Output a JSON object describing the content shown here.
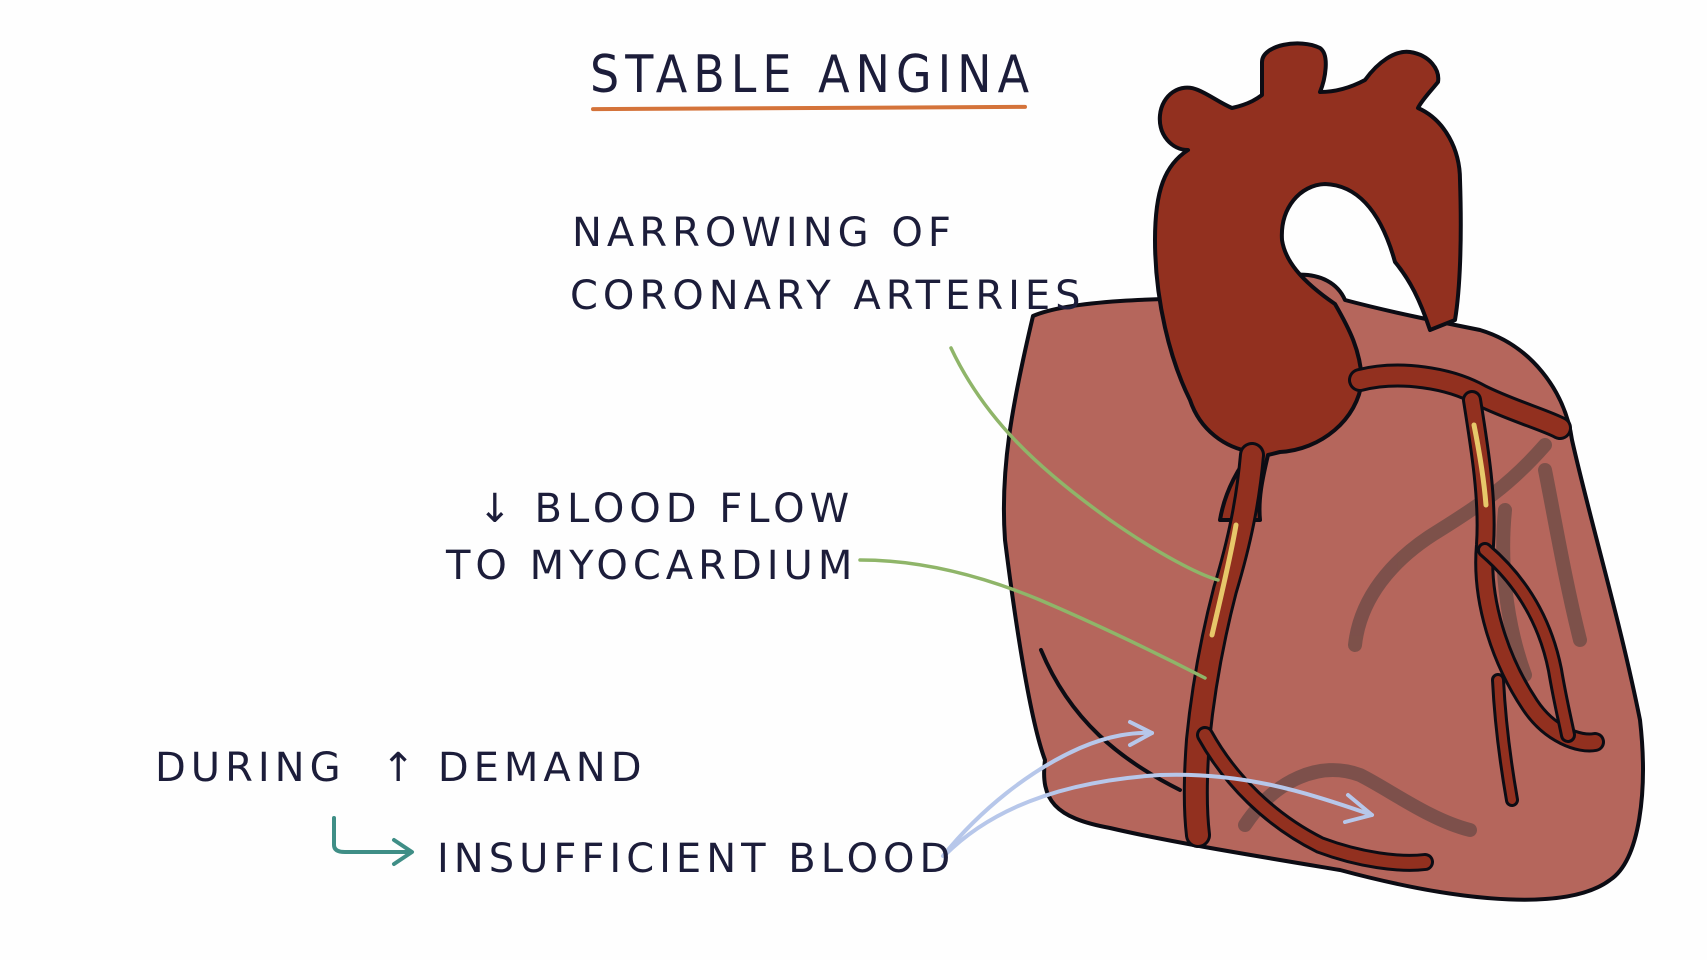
{
  "title": "STABLE ANGINA",
  "labels": {
    "narrowing_line1": "NARROWING OF",
    "narrowing_line2": "CORONARY ARTERIES",
    "flow_arrow": "↓",
    "flow_line1": "BLOOD FLOW",
    "flow_line2": "TO MYOCARDIUM",
    "during_prefix": "DURING",
    "demand_arrow": "↑",
    "demand_word": "DEMAND",
    "insufficient": "INSUFFICIENT BLOOD"
  },
  "colors": {
    "ink": "#1c1d3a",
    "underline": "#d4733a",
    "heart_muscle": "#b5665c",
    "vessel": "#92301f",
    "plaque": "#e7c86a",
    "pointer_green": "#8fb569",
    "pointer_teal": "#3f8e86",
    "pointer_blue": "#b7c7ea"
  }
}
